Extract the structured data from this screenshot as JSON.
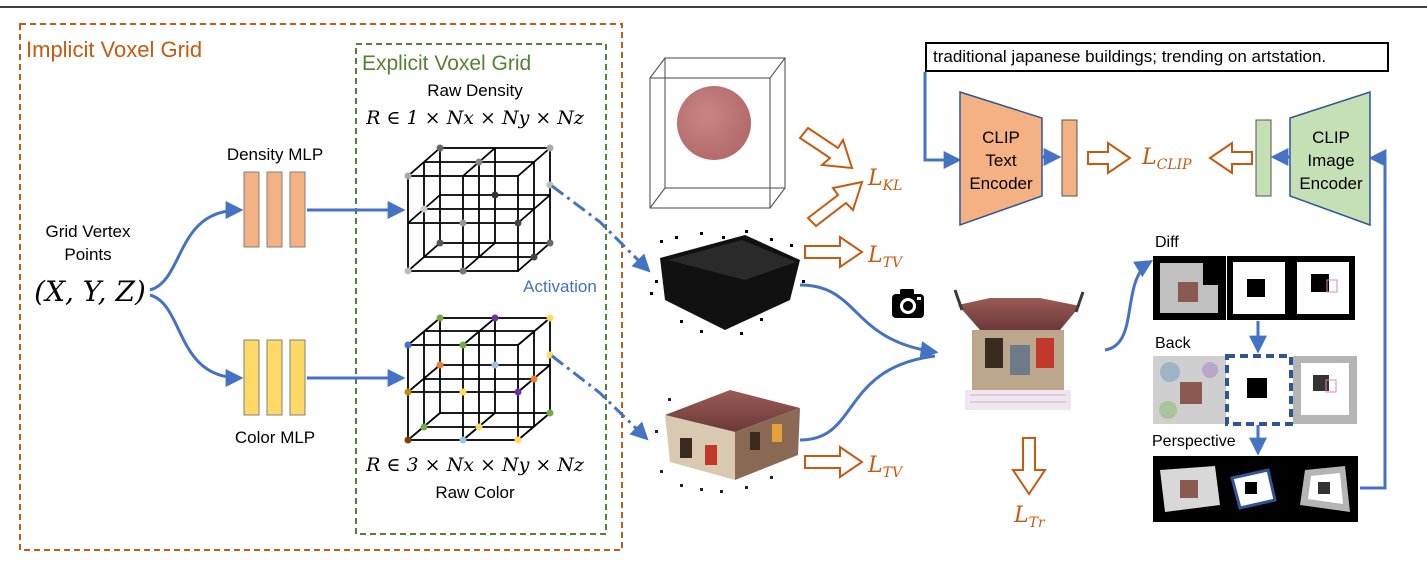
{
  "colors": {
    "implicit_border": "#c55a11",
    "explicit_border": "#548235",
    "arrow_blue": "#4472c4",
    "loss_orange": "#c55a11",
    "density_mlp": "#f4b183",
    "color_mlp": "#ffd966",
    "clip_text": "#f4b183",
    "clip_image": "#c5e0b4"
  },
  "implicit_grid": {
    "title": "Implicit Voxel Grid"
  },
  "explicit_grid": {
    "title": "Explicit Voxel Grid"
  },
  "input": {
    "line1": "Grid Vertex",
    "line2": "Points",
    "coords": "(X, Y, Z)"
  },
  "density_mlp": {
    "label": "Density MLP"
  },
  "color_mlp": {
    "label": "Color MLP"
  },
  "raw_density": {
    "label": "Raw Density",
    "formula": "R ∈ 1 × Nx × Ny × Nz"
  },
  "raw_color": {
    "label": "Raw Color",
    "formula": "R ∈ 3 × Nx × Ny × Nz"
  },
  "activation_label": "Activation",
  "losses": {
    "kl": "L_KL",
    "tv_density": "L_TV",
    "tv_color": "L_TV",
    "tr": "L_Tr",
    "clip": "L_CLIP"
  },
  "prompt_text": "traditional japanese buildings; trending on artstation.",
  "clip_text_encoder": {
    "line1": "CLIP",
    "line2": "Text",
    "line3": "Encoder"
  },
  "clip_image_encoder": {
    "line1": "CLIP",
    "line2": "Image",
    "line3": "Encoder"
  },
  "augment_labels": {
    "diff": "Diff",
    "back": "Back",
    "perspective": "Perspective"
  },
  "icons": {
    "camera": "camera-icon"
  }
}
